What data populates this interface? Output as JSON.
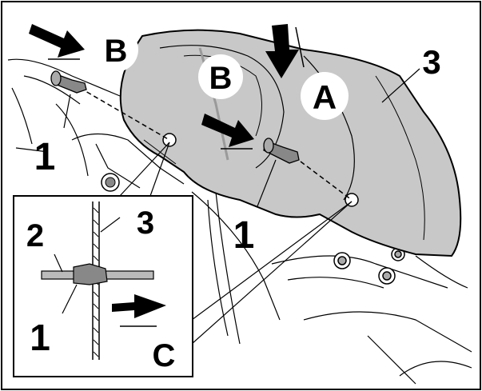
{
  "callouts": {
    "part_1_left": "1",
    "part_1_center": "1",
    "part_3_main": "3",
    "arrow_a": "A",
    "arrow_b_left": "B",
    "arrow_b_center": "B",
    "inset_part_2": "2",
    "inset_part_3": "3",
    "inset_part_1": "1",
    "inset_arrow_c": "C"
  },
  "colors": {
    "shield_fill": "#c8c8c8",
    "shield_dark": "#9a9a9a",
    "line": "#000000",
    "background": "#ffffff",
    "arrow": "#000000"
  }
}
